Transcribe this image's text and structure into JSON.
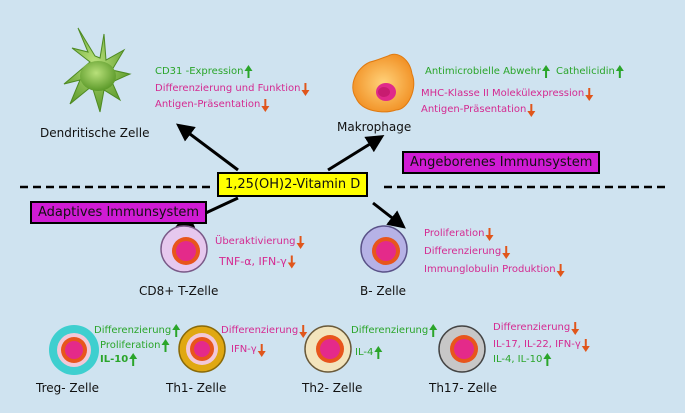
{
  "center": {
    "label": "1,25(OH)2-Vitamin D"
  },
  "sections": {
    "innate": "Angeborenes Immunsystem",
    "adaptive": "Adaptives Immunsystem"
  },
  "colors": {
    "background": "#cfe3f0",
    "up_arrow": "#2aa52a",
    "down_arrow": "#e0561b",
    "pink_text": "#d42a91",
    "green_text": "#2aa52a",
    "badge": "#d01bd4",
    "center_box": "#ffff00"
  },
  "dendritic": {
    "name": "Dendritische Zelle",
    "effects": [
      {
        "text": "CD31 -Expression",
        "direction": "up"
      },
      {
        "text": "Differenzierung und Funktion",
        "direction": "down"
      },
      {
        "text": "Antigen-Präsentation",
        "direction": "down"
      }
    ]
  },
  "macrophage": {
    "name": "Makrophage",
    "effects": [
      {
        "text": "Antimicrobielle  Abwehr",
        "direction": "up"
      },
      {
        "text": "Cathelicidin",
        "direction": "up"
      },
      {
        "text": "MHC-Klasse II Molekülexpression",
        "direction": "down"
      },
      {
        "text": "Antigen-Präsentation",
        "direction": "down"
      }
    ]
  },
  "cd8": {
    "name": "CD8+ T-Zelle",
    "effects": [
      {
        "text": "Überaktivierung",
        "direction": "down"
      },
      {
        "text": "TNF-α, IFN-γ",
        "direction": "down"
      }
    ]
  },
  "bcell": {
    "name": "B- Zelle",
    "effects": [
      {
        "text": "Proliferation",
        "direction": "down"
      },
      {
        "text": "Differenzierung",
        "direction": "down"
      },
      {
        "text": "Immunglobulin Produktion",
        "direction": "down"
      }
    ]
  },
  "treg": {
    "name": "Treg- Zelle",
    "effects": [
      {
        "text": "Differenzierung",
        "direction": "up"
      },
      {
        "text": "Proliferation",
        "direction": "up"
      },
      {
        "text": "IL-10",
        "direction": "up"
      }
    ]
  },
  "th1": {
    "name": "Th1- Zelle",
    "effects": [
      {
        "text": "Differenzierung",
        "direction": "down"
      },
      {
        "text": "IFN-γ",
        "direction": "down"
      }
    ]
  },
  "th2": {
    "name": "Th2- Zelle",
    "effects": [
      {
        "text": "Differenzierung",
        "direction": "up"
      },
      {
        "text": "IL-4",
        "direction": "up"
      }
    ]
  },
  "th17": {
    "name": "Th17- Zelle",
    "effects": [
      {
        "text": "Differenzierung",
        "direction": "down"
      },
      {
        "text": "IL-17, IL-22, IFN-γ",
        "direction": "down"
      },
      {
        "text": "IL-4, IL-10",
        "direction": "up"
      }
    ]
  }
}
